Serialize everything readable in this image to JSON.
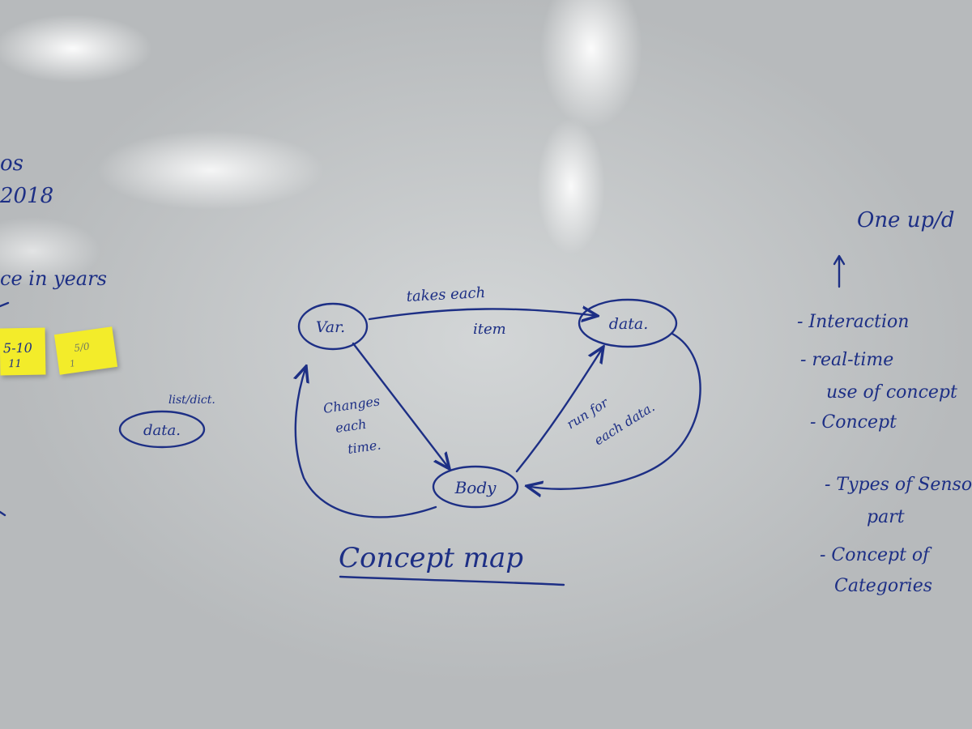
{
  "left_notes": {
    "line1": "os",
    "line2": "2018",
    "line3": "ce in years"
  },
  "sticky_notes": [
    {
      "text_top": "5-10",
      "text_bottom": "11"
    },
    {
      "text_top": "5/0",
      "text_bottom": "1"
    }
  ],
  "left_node": {
    "tag": "list/dict.",
    "label": "data."
  },
  "concept_map": {
    "title": "Concept map",
    "nodes": {
      "var": "Var.",
      "data": "data.",
      "body": "Body"
    },
    "edges": {
      "var_to_data": [
        "takes each",
        "item"
      ],
      "var_to_body": [
        "Changes",
        "each",
        "time."
      ],
      "body_to_data": [
        "run for",
        "each data."
      ]
    }
  },
  "right_list": {
    "header": "One up/d",
    "items": [
      [
        "- Interaction"
      ],
      [
        "- real-time",
        "use of concept"
      ],
      [
        "- Concept"
      ],
      [
        "- Types of Sensor",
        "part"
      ],
      [
        "- Concept of",
        "Categories"
      ]
    ]
  },
  "colors": {
    "ink": "#1d2f85",
    "sticky": "#f3ec2a",
    "board": "#c9cccd"
  }
}
